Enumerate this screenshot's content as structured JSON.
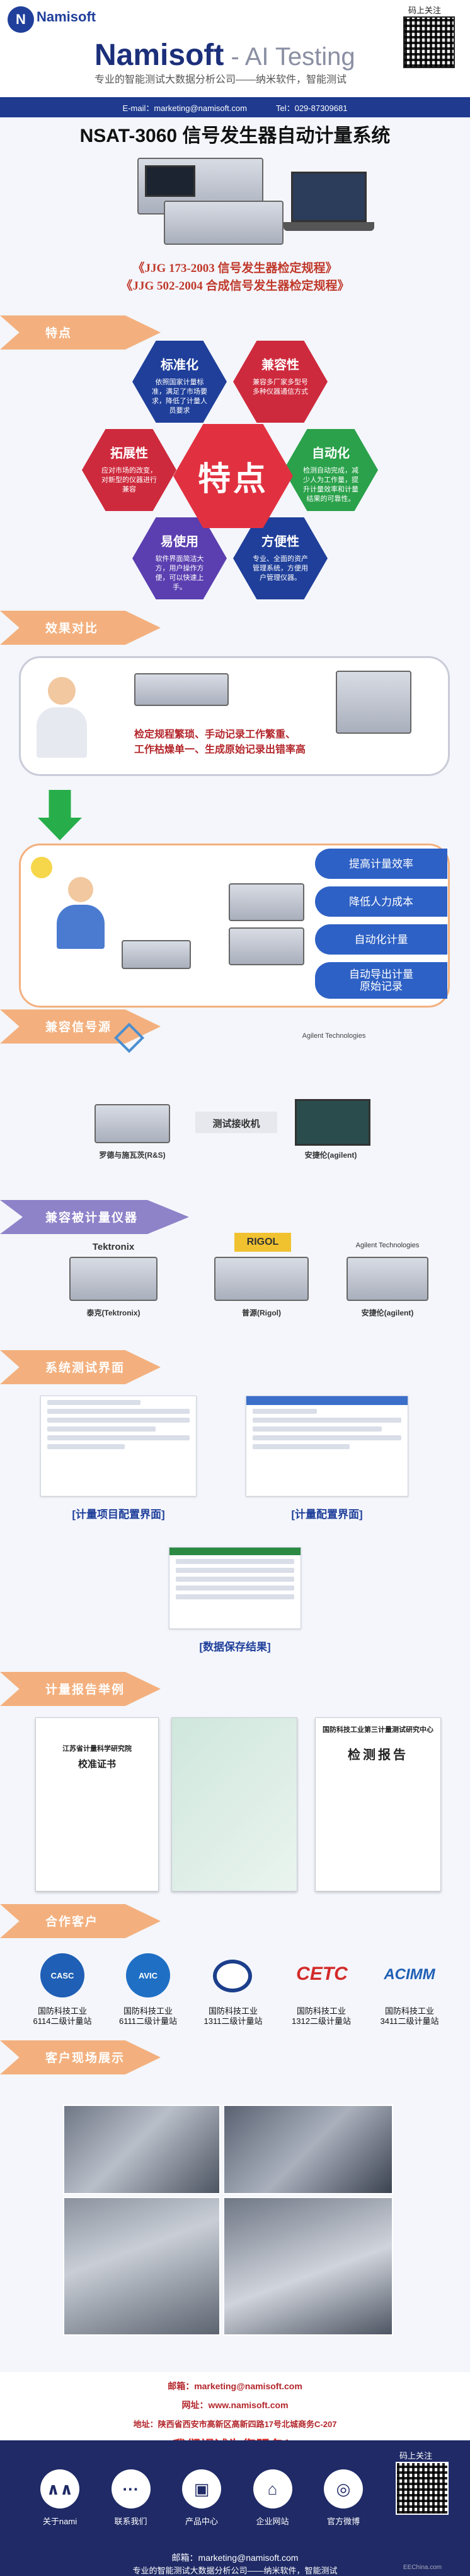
{
  "header": {
    "logo_mark": "N",
    "logo_text": "Namisoft",
    "brand_name": "Namisoft",
    "brand_suffix": " - AI Testing",
    "slogan": "专业的智能测试大数据分析公司——纳米软件，智能测试",
    "qr_label": "码上关注"
  },
  "contact_bar": {
    "email": "E-mail：marketing@namisoft.com",
    "tel": "Tel：029-87309681"
  },
  "title": "NSAT-3060 信号发生器自动计量系统",
  "standards": [
    "《JJG 173-2003 信号发生器检定规程》",
    "《JJG 502-2004 合成信号发生器检定规程》"
  ],
  "sections": {
    "features": "特点",
    "compare": "效果对比",
    "supported_signal": "兼容信号源",
    "supported_instruments": "兼容被计量仪器",
    "interface": "系统测试界面",
    "cases": "计量报告举例",
    "partners": "合作客户",
    "customer_photos": "客户现场展示"
  },
  "features": {
    "center": "特点",
    "items": [
      {
        "title": "标准化",
        "desc": "依照国家计量标准，满足了市场要求，降低了计量人员要求"
      },
      {
        "title": "兼容性",
        "desc": "兼容多厂家多型号多种仪器通信方式"
      },
      {
        "title": "拓展性",
        "desc": "应对市场的改变，对新型的仪器进行兼容"
      },
      {
        "title": "自动化",
        "desc": "检测自动完成，减少人为工作量，提升计量效率和计量结果的可靠性。"
      },
      {
        "title": "易使用",
        "desc": "软件界面简洁大方，用户操作方便，可以快速上手。"
      },
      {
        "title": "方便性",
        "desc": "专业、全面的资产管理系统，方便用户管理仪器。"
      }
    ]
  },
  "compare": {
    "before_text_1": "检定规程繁琐、手动记录工作繁重、",
    "before_text_2": "工作枯燥单一、生成原始记录出错率高",
    "after_points": [
      "提高计量效率",
      "降低人力成本",
      "自动化计量",
      "自动导出计量\n原始记录"
    ]
  },
  "signal_sources": {
    "center_label": "测试接收机",
    "left_brand": "罗德与施瓦茨(R&S)",
    "right_brand": "安捷伦(agilent)",
    "right_logo": "Agilent Technologies"
  },
  "instruments": [
    {
      "logo": "Tektronix",
      "label": "泰克(Tektronix)"
    },
    {
      "logo": "RIGOL",
      "label": "普源(Rigol)"
    },
    {
      "logo": "Agilent Technologies",
      "label": "安捷伦(agilent)"
    }
  ],
  "interface": {
    "shot1_label": "[计量项目配置界面]",
    "shot2_label": "[计量配置界面]",
    "shot3_label": "[数据保存结果]"
  },
  "reports": [
    {
      "label": "江苏省计量科学研究院",
      "sub": "校准证书"
    },
    {
      "label": "",
      "sub": ""
    },
    {
      "label": "国防科技工业第三计量测试研究中心",
      "sub": "检测报告"
    }
  ],
  "partners": [
    {
      "logo": "CASC",
      "l1": "国防科技工业",
      "l2": "6114二级计量站",
      "color": "#1f5fb5"
    },
    {
      "logo": "AVIC",
      "l1": "国防科技工业",
      "l2": "6111二级计量站",
      "color": "#1f6fc5"
    },
    {
      "logo": "",
      "l1": "国防科技工业",
      "l2": "1311二级计量站",
      "color": "#1c3f8c"
    },
    {
      "logo": "CETC",
      "l1": "国防科技工业",
      "l2": "1312二级计量站",
      "color": "#d42a2a"
    },
    {
      "logo": "ACIMM",
      "l1": "国防科技工业",
      "l2": "3411二级计量站",
      "color": "#1f5fb5"
    }
  ],
  "footer_info": {
    "email": "邮箱：marketing@namisoft.com",
    "site": "网址：www.namisoft.com",
    "address": "地址：陕西省西安市高新区高新四路17号北城商务C-207",
    "slogan": "我们竭诚为您服务！"
  },
  "footer": {
    "links": [
      {
        "icon": "∧∧",
        "label": "关于nami"
      },
      {
        "icon": "···",
        "label": "联系我们"
      },
      {
        "icon": "▣",
        "label": "产品中心"
      },
      {
        "icon": "⌂",
        "label": "企业网站"
      },
      {
        "icon": "◎",
        "label": "官方微博"
      }
    ],
    "qr_label": "码上关注",
    "email": "邮箱：marketing@namisoft.com",
    "slogan": "专业的智能测试大数据分析公司——纳米软件，智能测试"
  },
  "watermark": "EEChina.com"
}
